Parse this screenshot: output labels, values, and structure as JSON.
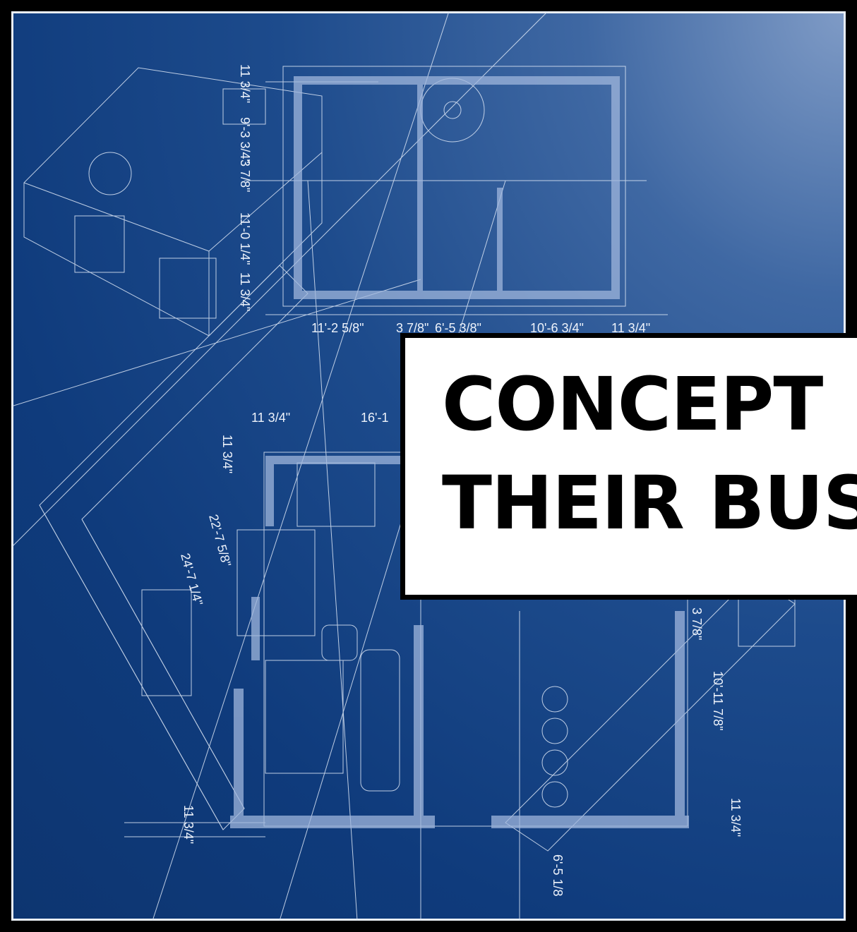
{
  "headline": {
    "line1": "CONCEPT",
    "line2": "THEIR BUS"
  },
  "dimensions": {
    "d1": "11'-2 5/8\"",
    "d2": "3 7/8\"",
    "d3": "6'-5 3/8\"",
    "d4": "10'-6 3/4\"",
    "d5": "11 3/4\"",
    "d6": "11 3/4\"",
    "d7": "16'-1",
    "d8": "11 3/4\"",
    "d9": "11'-0 1/4\"",
    "d10": "9'-3 3/4\"",
    "d11": "3 7/8\"",
    "d12": "11 3/4\"",
    "d13": "24'-7 1/4\"",
    "d14": "22'-7 5/8\"",
    "d15": "11 3/4\"",
    "d16": "3 7/8\"",
    "d17": "10'-11 7/8\"",
    "d18": "11 3/4\"",
    "d19": "6'-5 1/8",
    "d20": "11 3/4\""
  },
  "colors": {
    "background": "#0f3b7c",
    "highlight": "#7f9bc6",
    "line": "#dce6f5",
    "wall": "#9fb6dc"
  }
}
